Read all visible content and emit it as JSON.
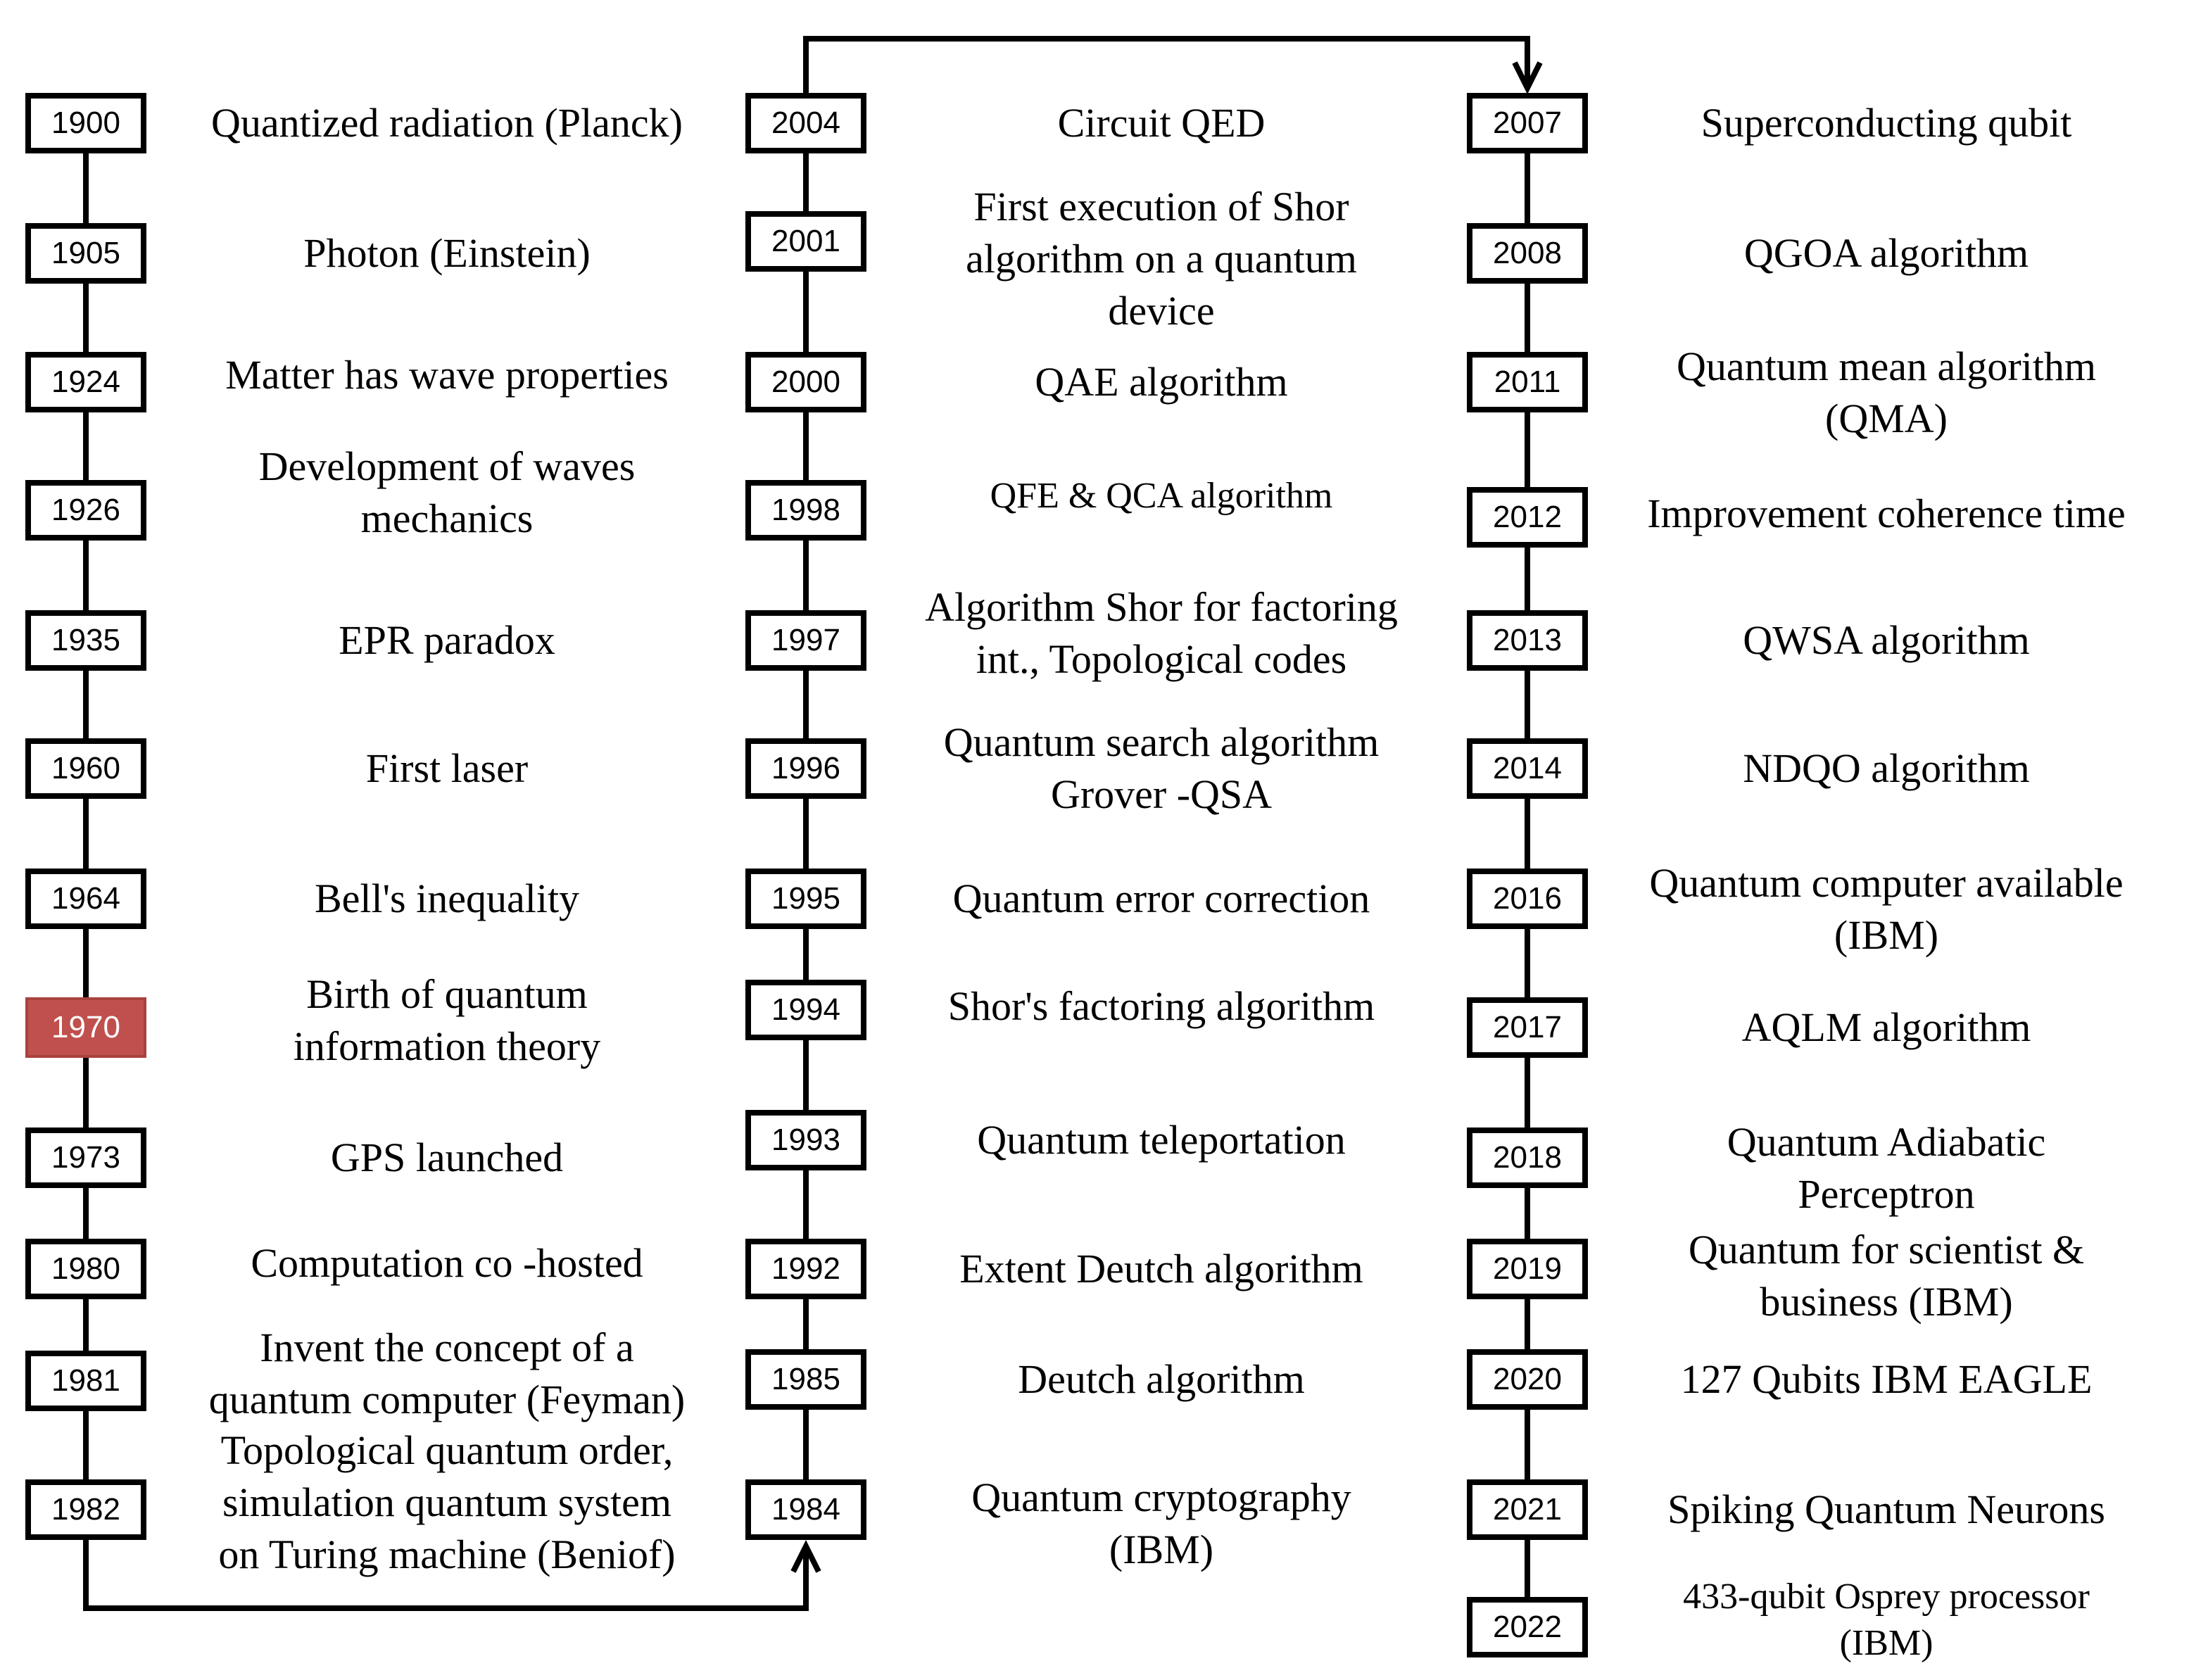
{
  "highlight_color": "#c0504d",
  "columns": [
    {
      "items": [
        {
          "year": "1900",
          "text": "Quantized radiation (Planck)"
        },
        {
          "year": "1905",
          "text": "Photon (Einstein)"
        },
        {
          "year": "1924",
          "text": "Matter has wave properties"
        },
        {
          "year": "1926",
          "text": "Development of waves\nmechanics"
        },
        {
          "year": "1935",
          "text": "EPR paradox"
        },
        {
          "year": "1960",
          "text": "First laser"
        },
        {
          "year": "1964",
          "text": "Bell's inequality"
        },
        {
          "year": "1970",
          "text": "Birth of quantum\ninformation theory",
          "highlight": true
        },
        {
          "year": "1973",
          "text": "GPS launched"
        },
        {
          "year": "1980",
          "text": "Computation co -hosted"
        },
        {
          "year": "1981",
          "text": "Invent the concept of a\nquantum computer (Feyman)"
        },
        {
          "year": "1982",
          "text": "Topological quantum order,\nsimulation quantum system\non Turing machine (Beniof)"
        }
      ]
    },
    {
      "items": [
        {
          "year": "2004",
          "text": "Circuit QED"
        },
        {
          "year": "2001",
          "text": "First execution of Shor\nalgorithm on a quantum\ndevice"
        },
        {
          "year": "2000",
          "text": "QAE algorithm"
        },
        {
          "year": "1998",
          "text": "QFE & QCA algorithm"
        },
        {
          "year": "1997",
          "text": "Algorithm Shor for factoring\nint., Topological codes"
        },
        {
          "year": "1996",
          "text": "Quantum search algorithm\nGrover -QSA"
        },
        {
          "year": "1995",
          "text": "Quantum error correction"
        },
        {
          "year": "1994",
          "text": "Shor's factoring algorithm"
        },
        {
          "year": "1993",
          "text": "Quantum teleportation"
        },
        {
          "year": "1992",
          "text": "Extent Deutch algorithm"
        },
        {
          "year": "1985",
          "text": "Deutch algorithm"
        },
        {
          "year": "1984",
          "text": "Quantum cryptography\n(IBM)"
        }
      ]
    },
    {
      "items": [
        {
          "year": "2007",
          "text": "Superconducting qubit"
        },
        {
          "year": "2008",
          "text": "QGOA algorithm"
        },
        {
          "year": "2011",
          "text": "Quantum mean algorithm\n(QMA)"
        },
        {
          "year": "2012",
          "text": "Improvement coherence time"
        },
        {
          "year": "2013",
          "text": "QWSA algorithm"
        },
        {
          "year": "2014",
          "text": "NDQO algorithm"
        },
        {
          "year": "2016",
          "text": "Quantum computer available\n(IBM)"
        },
        {
          "year": "2017",
          "text": "AQLM algorithm"
        },
        {
          "year": "2018",
          "text": "Quantum Adiabatic\nPerceptron"
        },
        {
          "year": "2019",
          "text": "Quantum for scientist &\nbusiness (IBM)"
        },
        {
          "year": "2020",
          "text": "127 Qubits IBM EAGLE"
        },
        {
          "year": "2021",
          "text": "Spiking Quantum Neurons"
        },
        {
          "year": "2022",
          "text": "433-qubit Osprey processor\n(IBM)"
        }
      ]
    }
  ]
}
